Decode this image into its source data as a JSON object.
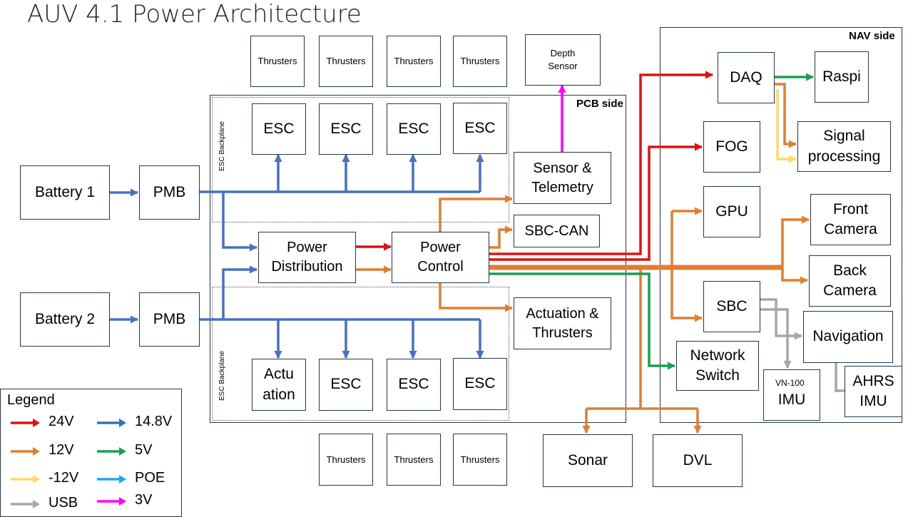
{
  "title": "AUV 4.1 Power Architecture",
  "regions": {
    "pcb_side": "PCB side",
    "nav_side": "NAV side",
    "backplane_top": "ESC Backplane",
    "backplane_bottom": "ESC Backplane"
  },
  "nodes": {
    "battery1": "Battery 1",
    "battery2": "Battery 2",
    "pmb1": "PMB",
    "pmb2": "PMB",
    "thrusters_t1": "Thrusters",
    "thrusters_t2": "Thrusters",
    "thrusters_t3": "Thrusters",
    "thrusters_t4": "Thrusters",
    "depth_sensor": "Depth\nSensor",
    "esc_t1": "ESC",
    "esc_t2": "ESC",
    "esc_t3": "ESC",
    "esc_t4": "ESC",
    "sensor_telemetry": "Sensor &\nTelemetry",
    "power_distribution": "Power\nDistribution",
    "power_control": "Power\nControl",
    "sbc_can": "SBC-CAN",
    "actuation_thrusters": "Actuation &\nThrusters",
    "actuation": "Actu\nation",
    "esc_b1": "ESC",
    "esc_b2": "ESC",
    "esc_b3": "ESC",
    "thrusters_b1": "Thrusters",
    "thrusters_b2": "Thrusters",
    "thrusters_b3": "Thrusters",
    "sonar": "Sonar",
    "dvl": "DVL",
    "daq": "DAQ",
    "raspi": "Raspi",
    "fog": "FOG",
    "signal_processing": "Signal\nprocessing",
    "gpu": "GPU",
    "front_camera": "Front\nCamera",
    "back_camera": "Back\nCamera",
    "sbc": "SBC",
    "navigation": "Navigation",
    "network_switch": "Network\nSwitch",
    "vn100_tag": "VN-100",
    "vn100_imu": "IMU",
    "ahrs_imu": "AHRS\nIMU"
  },
  "legend": {
    "title": "Legend",
    "items": [
      {
        "label": "24V",
        "color": "#e01010"
      },
      {
        "label": "14.8V",
        "color": "#2e75b6"
      },
      {
        "label": "12V",
        "color": "#e07f30"
      },
      {
        "label": "5V",
        "color": "#18a050"
      },
      {
        "label": "-12V",
        "color": "#ffd966"
      },
      {
        "label": "POE",
        "color": "#22a8e8"
      },
      {
        "label": "USB",
        "color": "#a6a6a6"
      },
      {
        "label": "3V",
        "color": "#ff00ff"
      }
    ]
  },
  "colors": {
    "v24": "#e01010",
    "v14_8": "#4472c4",
    "v12": "#e07f30",
    "v5": "#18a050",
    "vneg12": "#ffd966",
    "usb": "#a6a6a6",
    "v3": "#ff00ff"
  }
}
